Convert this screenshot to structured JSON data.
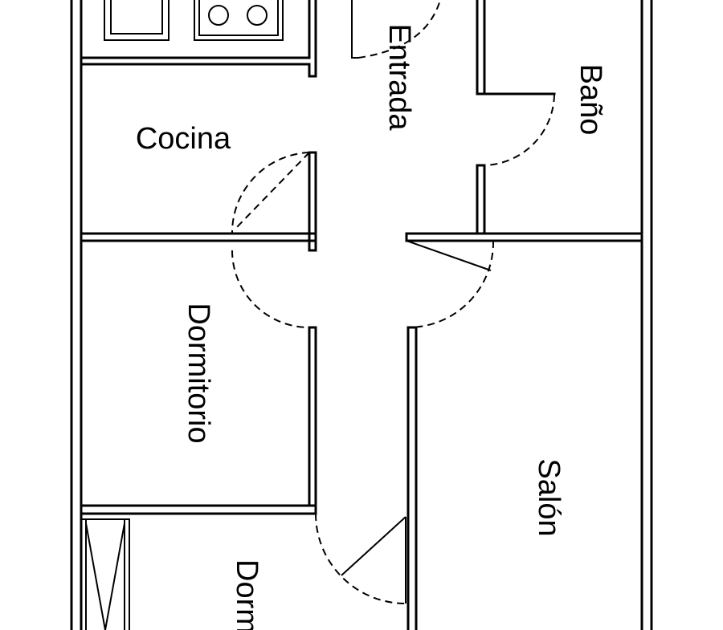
{
  "rooms": {
    "cocina": "Cocina",
    "entrada": "Entrada",
    "bano": "Baño",
    "dormitorio": "Dormitorio",
    "salon": "Salón",
    "dormitorio2": "Dorm"
  },
  "colors": {
    "line": "#000000",
    "background": "#ffffff"
  }
}
